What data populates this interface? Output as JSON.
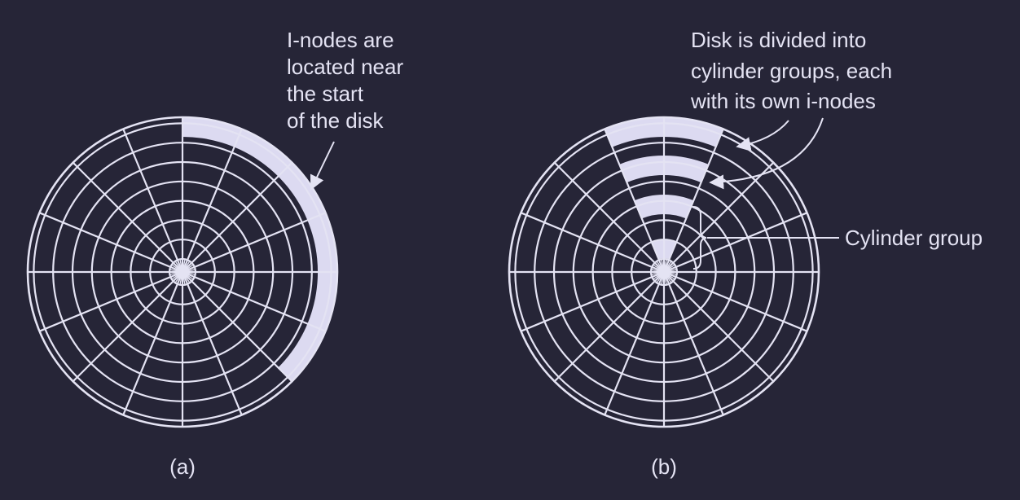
{
  "colors": {
    "background": "#262537",
    "line": "#e4e3f3",
    "highlight": "#dcdaf1"
  },
  "panel_a": {
    "label": "(a)",
    "note_lines": [
      "I-nodes are",
      "located near",
      "the start",
      "of the disk"
    ]
  },
  "panel_b": {
    "label": "(b)",
    "note_lines": [
      "Disk is divided into",
      "cylinder groups, each",
      "with its own i-nodes"
    ],
    "group_label": "Cylinder group"
  }
}
